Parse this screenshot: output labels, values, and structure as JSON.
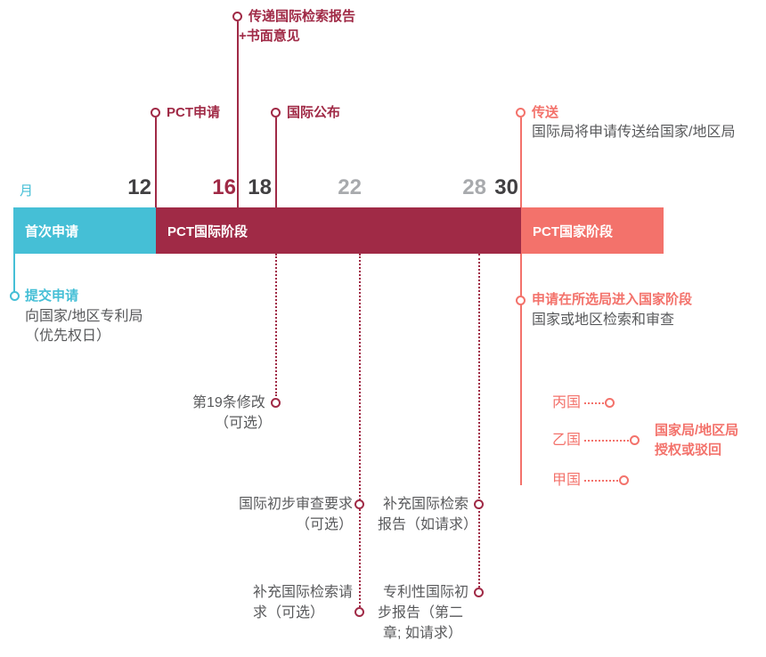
{
  "colors": {
    "cyan": "#45bfd6",
    "maroon": "#a02a46",
    "salmon": "#f3726b",
    "dark": "#414042",
    "gray": "#a8aaad",
    "body": "#58595b"
  },
  "axis": {
    "unit": "月",
    "months": [
      "12",
      "16",
      "18",
      "22",
      "28",
      "30"
    ]
  },
  "bar": {
    "first": "首次申请",
    "international": "PCT国际阶段",
    "national": "PCT国家阶段"
  },
  "events": {
    "isr": {
      "title": "传递国际检索报告",
      "title2": "+书面意见"
    },
    "pct_filing": {
      "title": "PCT申请"
    },
    "publication": {
      "title": "国际公布"
    },
    "transmit": {
      "title": "传送",
      "desc": "国际局将申请传送给国家/地区局"
    },
    "first_filing": {
      "title": "提交申请",
      "desc1": "向国家/地区专利局",
      "desc2": "（优先权日）"
    },
    "national_entry": {
      "title": "申请在所选局进入国家阶段",
      "desc": "国家或地区检索和审查"
    },
    "art19": {
      "line1": "第19条修改",
      "line2": "（可选）"
    },
    "ipe": {
      "line1": "国际初步审查要求",
      "line2": "（可选）"
    },
    "sis_report": {
      "line1": "补充国际检索",
      "line2": "报告（如请求）"
    },
    "sis_request": {
      "line1": "补充国际检索请",
      "line2": "求（可选）"
    },
    "iprp": {
      "line1": "专利性国际初",
      "line2": "步报告（第二",
      "line3": "章; 如请求）"
    },
    "countries": {
      "c": "丙国",
      "b": "乙国",
      "a": "甲国"
    },
    "grant": {
      "line1": "国家局/地区局",
      "line2": "授权或驳回"
    }
  }
}
